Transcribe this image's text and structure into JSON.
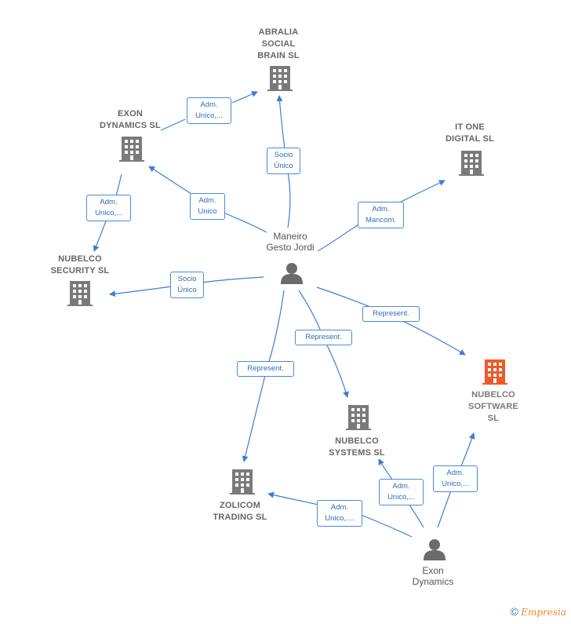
{
  "colors": {
    "edge": "#3b7fd4",
    "building": "#7a7a7a",
    "building_highlight": "#f05a28",
    "person": "#6b6b6b"
  },
  "nodes": {
    "abralia": "ABRALIA\nSOCIAL\nBRAIN  SL",
    "exon_sl": "EXON\nDYNAMICS SL",
    "it_one": "IT ONE\nDIGITAL  SL",
    "nubelco_security": "NUBELCO\nSECURITY  SL",
    "nubelco_software": "NUBELCO\nSOFTWARE\nSL",
    "nubelco_systems": "NUBELCO\nSYSTEMS  SL",
    "zolicom": "ZOLICOM\nTRADING  SL",
    "maneiro": "Maneiro\nGesto Jordi",
    "exon_person": "Exon\nDynamics"
  },
  "edges": {
    "exon_abralia": "Adm.\nUnico,...",
    "maneiro_abralia": "Socio\nÚnico",
    "maneiro_exon": "Adm.\nUnico",
    "exon_security": "Adm.\nUnico,...",
    "maneiro_itone": "Adm.\nMancom.",
    "maneiro_security": "Socio\nÚnico",
    "maneiro_software": "Represent.",
    "maneiro_systems": "Represent.",
    "maneiro_zolicom": "Represent.",
    "exonp_systems": "Adm.\nUnico,...",
    "exonp_software": "Adm.\nUnico,...",
    "exonp_zolicom": "Adm.\nUnico,...."
  },
  "footer": {
    "copyright": "©",
    "brand": "Empresia"
  }
}
